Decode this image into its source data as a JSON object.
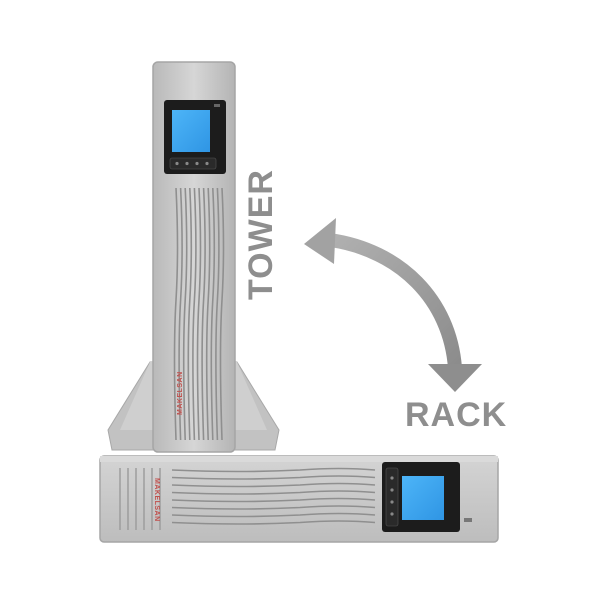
{
  "labels": {
    "tower": "TOWER",
    "rack": "RACK"
  },
  "brand": "MAKELSAN",
  "colors": {
    "chassis": "#c8c8c8",
    "screen": "#3fa9f5",
    "bezel": "#1c1c1c",
    "arrow": "#9a9a9a",
    "label_text": "#8e8e8e",
    "brand_text": "#c0504d"
  },
  "icons": {
    "rotation_arrow": "curved-double-arrow"
  }
}
